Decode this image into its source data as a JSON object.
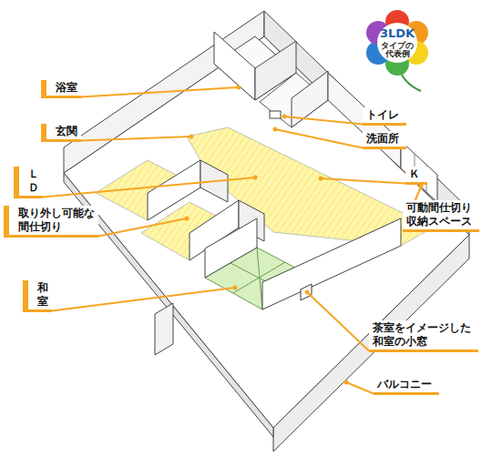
{
  "diagram": {
    "labels": [
      "浴室",
      "玄関",
      "Ｌ Ｄ",
      "取り外し可能な 間仕切り",
      "和 室",
      "トイレ",
      "洗面所",
      "Ｋ",
      "可動間仕切り 収納スペース",
      "茶室をイメージした 和室の小窓",
      "バルコニー",
      "3LDK",
      "タイプの 代表例"
    ]
  }
}
